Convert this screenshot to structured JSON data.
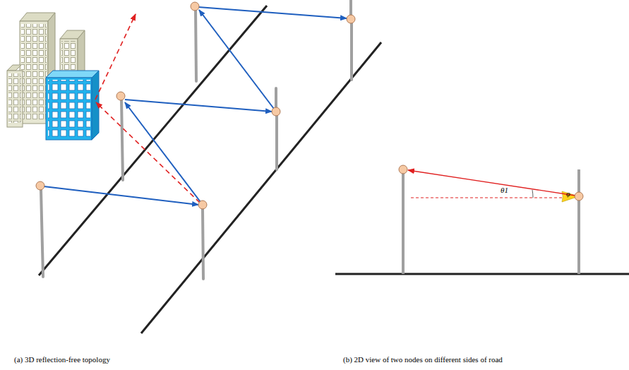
{
  "diagram": {
    "labels": [
      "(a) 3D reflection-free topology",
      "(b) 2D view of two nodes on different sides of road",
      "θ1",
      "φ"
    ]
  }
}
